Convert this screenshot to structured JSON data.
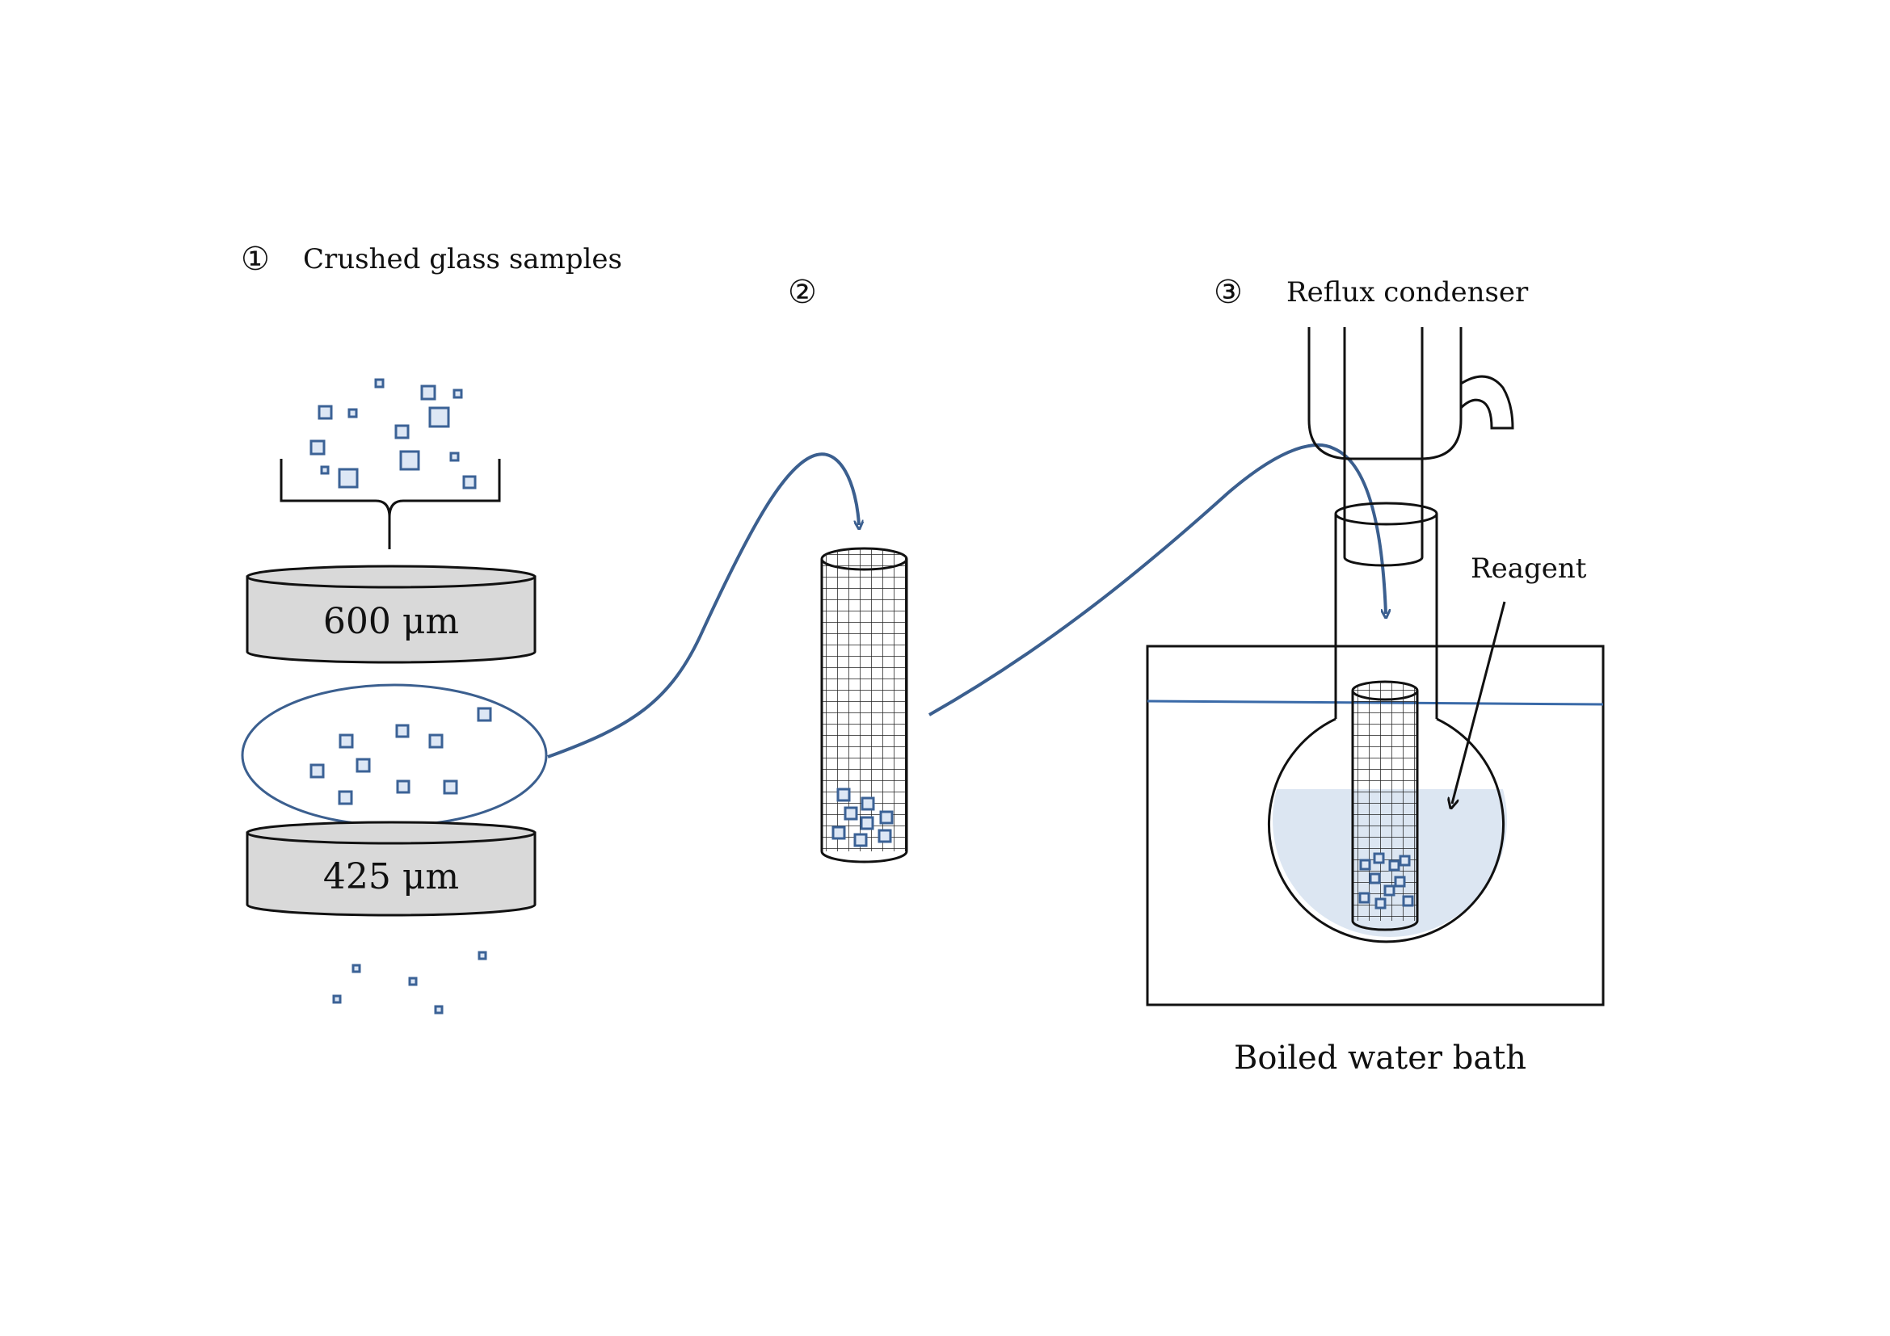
{
  "steps": {
    "step1": {
      "number": "①",
      "label": "Crushed glass samples"
    },
    "step2": {
      "number": "②"
    },
    "step3": {
      "number": "③",
      "label": "Reflux condenser"
    }
  },
  "sieves": {
    "upper": "600 μm",
    "lower": "425 μm"
  },
  "reagent_label": "Reagent",
  "bath_label": "Boiled water bath",
  "colors": {
    "arrow": "#3b5f8f",
    "particle_stroke": "#3b6296",
    "particle_fill": "#dde7f5",
    "sieve_fill": "#d9d9d9",
    "reagent_fill": "#dce6f2",
    "water_line": "#3a6aa8"
  }
}
